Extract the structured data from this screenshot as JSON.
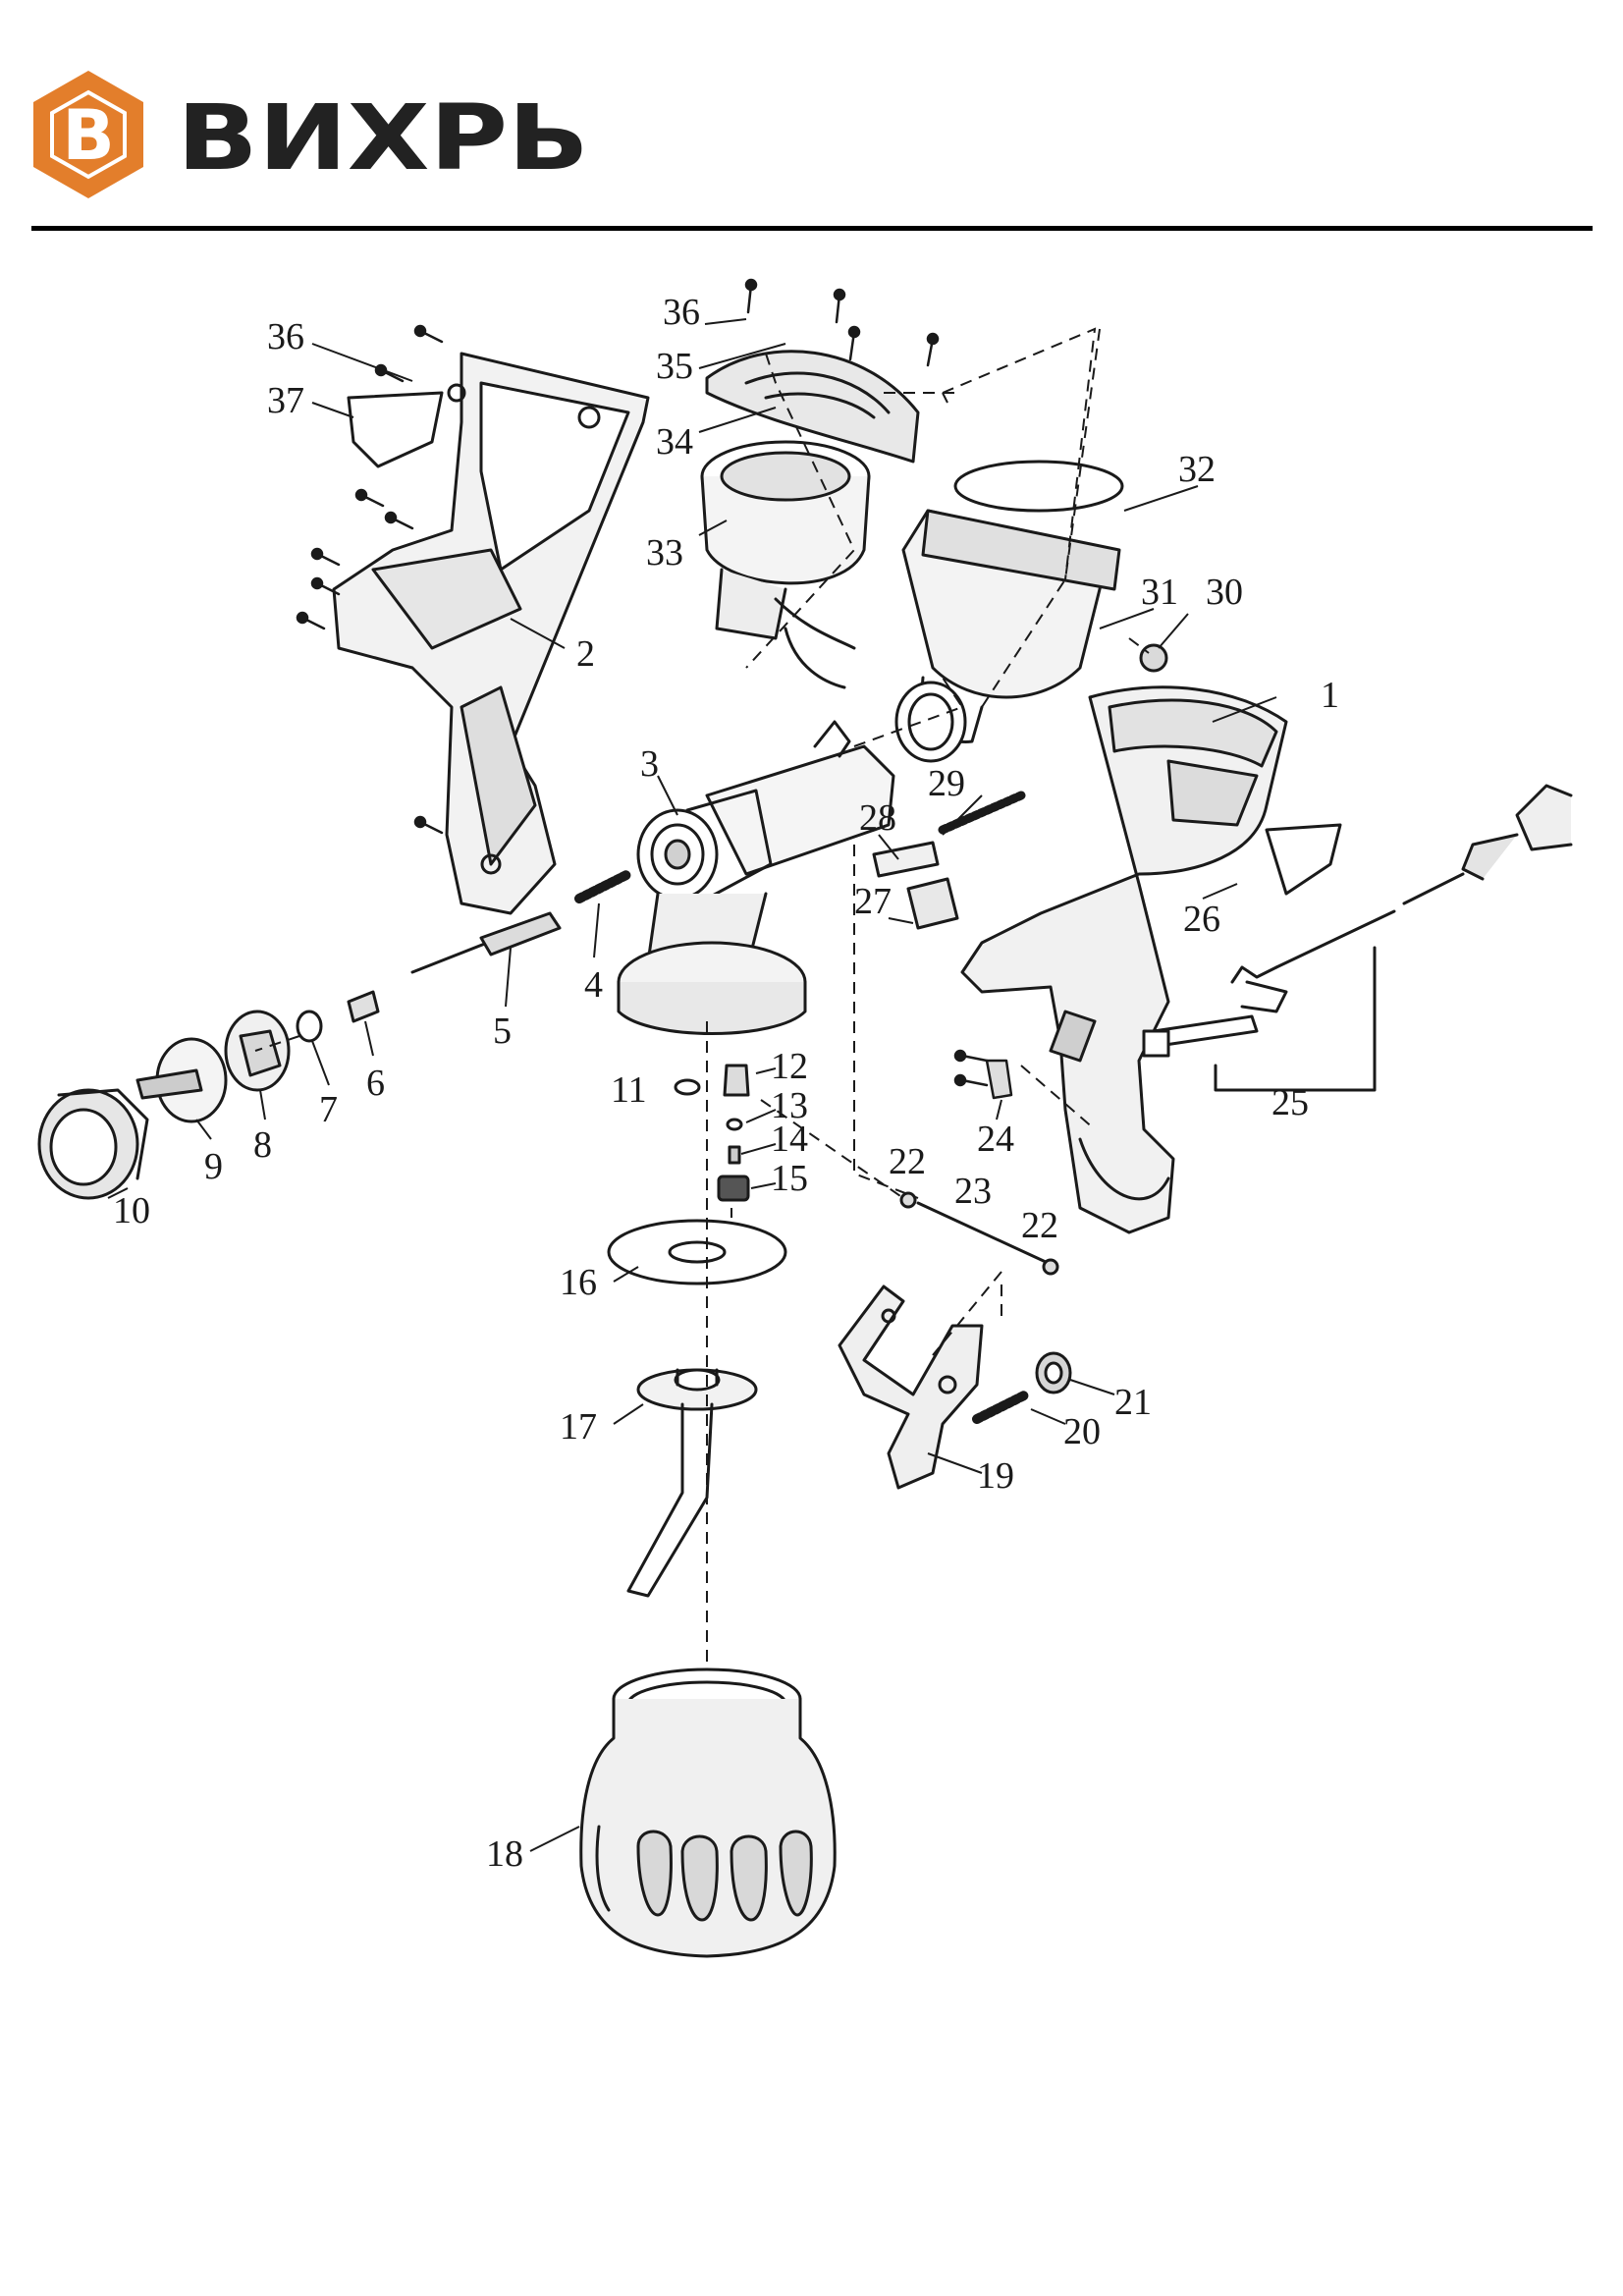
{
  "header": {
    "brand_name": "ВИХРЬ",
    "logo_letter": "B",
    "brand_color": "#E37E2B"
  },
  "diagram": {
    "callouts": [
      "1",
      "2",
      "3",
      "4",
      "5",
      "6",
      "7",
      "8",
      "9",
      "10",
      "11",
      "12",
      "13",
      "14",
      "15",
      "16",
      "17",
      "18",
      "19",
      "20",
      "21",
      "22",
      "22",
      "23",
      "24",
      "25",
      "26",
      "27",
      "28",
      "29",
      "30",
      "31",
      "32",
      "33",
      "34",
      "35",
      "36",
      "36",
      "37"
    ]
  }
}
